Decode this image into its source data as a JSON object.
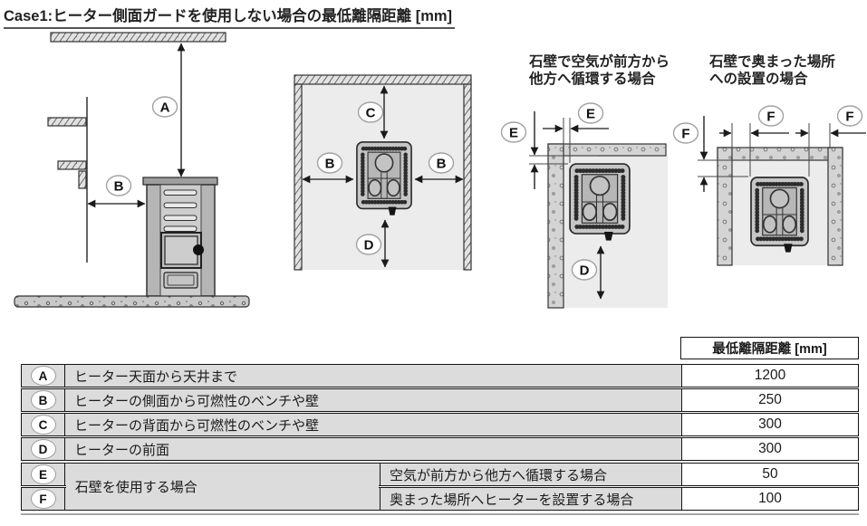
{
  "title": "Case1:ヒーター側面ガードを使用しない場合の最低離隔距離 [mm]",
  "markers": {
    "a": "A",
    "b": "B",
    "c": "C",
    "d": "D",
    "e": "E",
    "f": "F"
  },
  "captions": {
    "airflow_line1": "石壁で空気が前方から",
    "airflow_line2": "他方へ循環する場合",
    "recessed_line1": "石壁で奥まった場所",
    "recessed_line2": "への設置の場合"
  },
  "table": {
    "header": "最低離隔距離 [mm]",
    "merged_desc": "石壁を使用する場合",
    "rows": [
      {
        "key": "A",
        "desc": "ヒーター天面から天井まで",
        "value": "1200"
      },
      {
        "key": "B",
        "desc": "ヒーターの側面から可燃性のベンチや壁",
        "value": "250"
      },
      {
        "key": "C",
        "desc": "ヒーターの背面から可燃性のベンチや壁",
        "value": "300"
      },
      {
        "key": "D",
        "desc": "ヒーターの前面",
        "value": "300"
      },
      {
        "key": "E",
        "sub": "空気が前方から他方へ循環する場合",
        "value": "50"
      },
      {
        "key": "F",
        "sub": "奥まった場所へヒーターを設置する場合",
        "value": "100"
      }
    ]
  },
  "colors": {
    "line": "#1a1a1a",
    "table_cell_gray": "#dcdcdc",
    "heater_gray": "#c6c6c6",
    "floor_gray": "#ececec",
    "stone_wall_gray": "#d4d4d4"
  }
}
